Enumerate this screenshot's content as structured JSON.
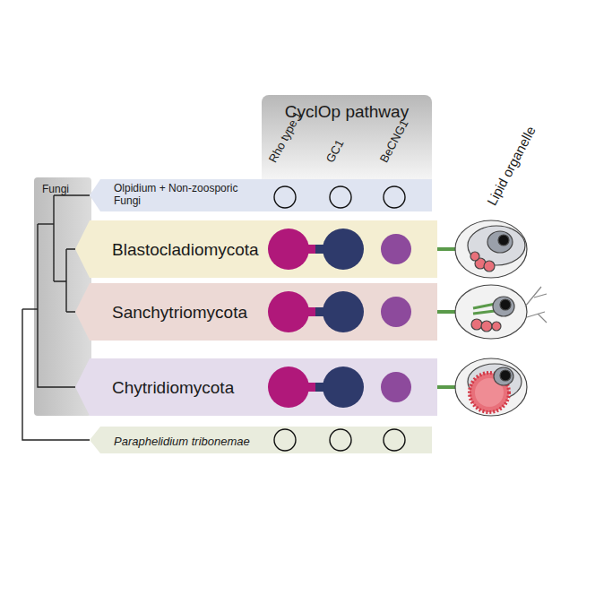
{
  "diagram": {
    "nodes": [
      {
        "text": [
          "CyclOp pathway"
        ]
      },
      {
        "text": [
          "Fungi"
        ]
      },
      {
        "text": [
          "Olpidium + Non-zoosporic Fungi"
        ]
      },
      {
        "text": [
          "Blastocladiomycota"
        ]
      },
      {
        "text": [
          "Sanchytriomycota"
        ]
      },
      {
        "text": [
          "Chytridiomycota"
        ]
      },
      {
        "text": [
          "Paraphelidium tribonemae"
        ]
      }
    ],
    "labels": [
      "Rho type 1",
      "GC1",
      "BeCNG1",
      "Lipid organelle"
    ]
  }
}
